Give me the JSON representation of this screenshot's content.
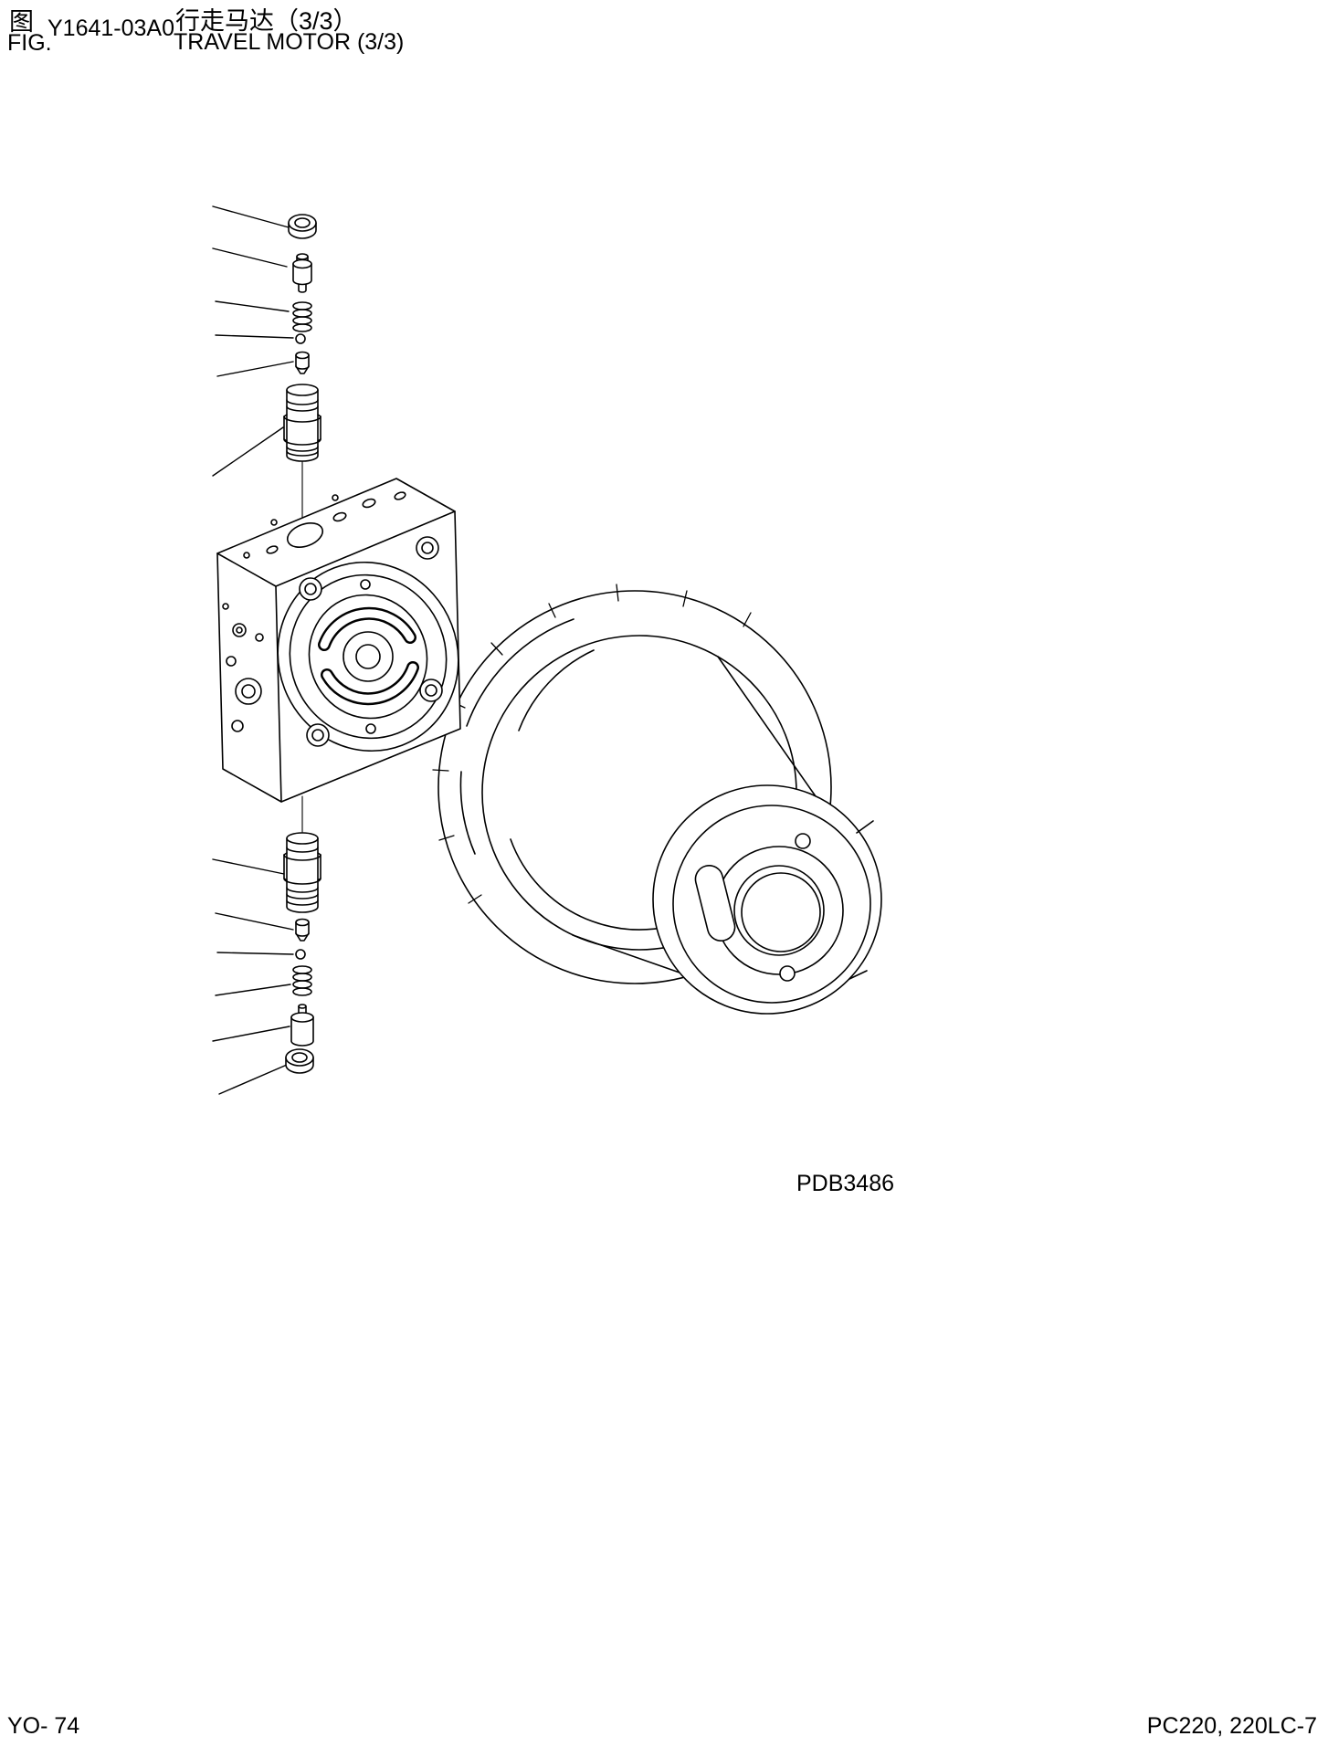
{
  "header": {
    "fig_char": "图",
    "fig_label": "FIG.",
    "fig_number": "Y1641-03A0",
    "title_local": "行走马达（3/3）",
    "title_en": "TRAVEL MOTOR (3/3)"
  },
  "drawing": {
    "code": "PDB3486",
    "description": "Exploded view of travel motor: upper valve parts stack (nut, fitting, spring, ball, poppet, spool), valve block end cover, motor case housing with hub, lower valve parts stack (spool, poppet, ball, spring, plug, nut)"
  },
  "footer": {
    "page_number": "YO- 74",
    "models": "PC220, 220LC-7"
  }
}
